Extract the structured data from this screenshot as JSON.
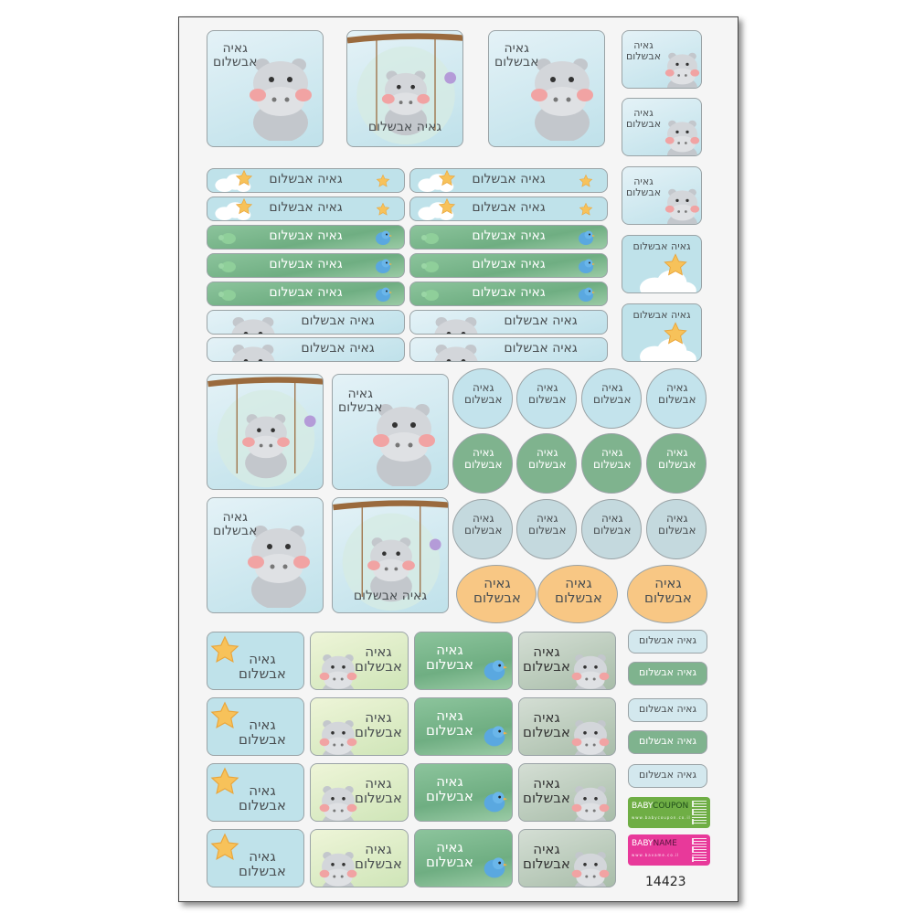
{
  "sticker": {
    "first_name": "גאיה",
    "last_name": "אבשלום",
    "full_name": "גאיה אבשלום"
  },
  "coupons": [
    {
      "brand_a": "BABY",
      "brand_b": "COUPON",
      "url": "www.babycoupon.co.il",
      "color": "#6fae45"
    },
    {
      "brand_a": "BABY",
      "brand_b": "NAME",
      "url": "www.bavame.co.il",
      "color": "#e8399a"
    }
  ],
  "sheet_number": "14423",
  "colors": {
    "sky": "#bfe2ea",
    "green": "#7fb38e",
    "peach": "#f8c784",
    "sage": "#b8c9b9"
  }
}
